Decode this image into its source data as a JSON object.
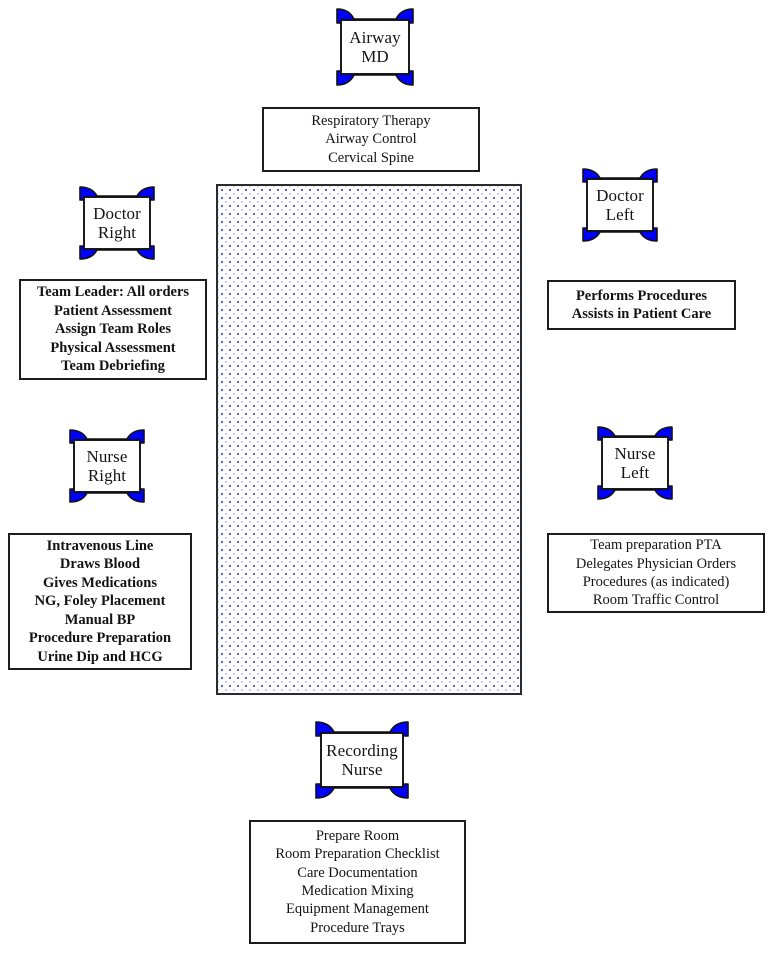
{
  "diagram": {
    "title": "Trauma Resuscitation Team Role Assignment Diagram",
    "colors": {
      "badge_blue": "#0000FF",
      "outline": "#1d1d1d",
      "stipple_dot": "#5b5bd6",
      "background": "#FFFFFF"
    }
  },
  "patient_area": {
    "label": "patient-bed-stipple-area"
  },
  "roles": {
    "airway_md": {
      "badge_label": "Airway\nMD",
      "duties": [
        "Respiratory Therapy",
        "Airway Control",
        "Cervical Spine"
      ],
      "duties_bold": false
    },
    "doctor_right": {
      "badge_label": "Doctor\nRight",
      "duties": [
        "Team Leader:  All orders",
        "Patient Assessment",
        "Assign Team Roles",
        "Physical Assessment",
        "Team Debriefing"
      ],
      "duties_bold": true
    },
    "doctor_left": {
      "badge_label": "Doctor\nLeft",
      "duties": [
        "Performs Procedures",
        "Assists in Patient Care"
      ],
      "duties_bold": true
    },
    "nurse_right": {
      "badge_label": "Nurse\nRight",
      "duties": [
        "Intravenous Line",
        "Draws Blood",
        "Gives Medications",
        "NG, Foley Placement",
        "Manual BP",
        "Procedure Preparation",
        "Urine Dip and HCG"
      ],
      "duties_bold": true
    },
    "nurse_left": {
      "badge_label": "Nurse\nLeft",
      "duties": [
        "Team preparation PTA",
        "Delegates Physician Orders",
        "Procedures (as indicated)",
        "Room Traffic Control"
      ],
      "duties_bold": false
    },
    "recording_nurse": {
      "badge_label": "Recording\nNurse",
      "duties": [
        "Prepare Room",
        "Room Preparation Checklist",
        "Care Documentation",
        "Medication Mixing",
        "Equipment Management",
        "Procedure Trays"
      ],
      "duties_bold": false
    }
  }
}
